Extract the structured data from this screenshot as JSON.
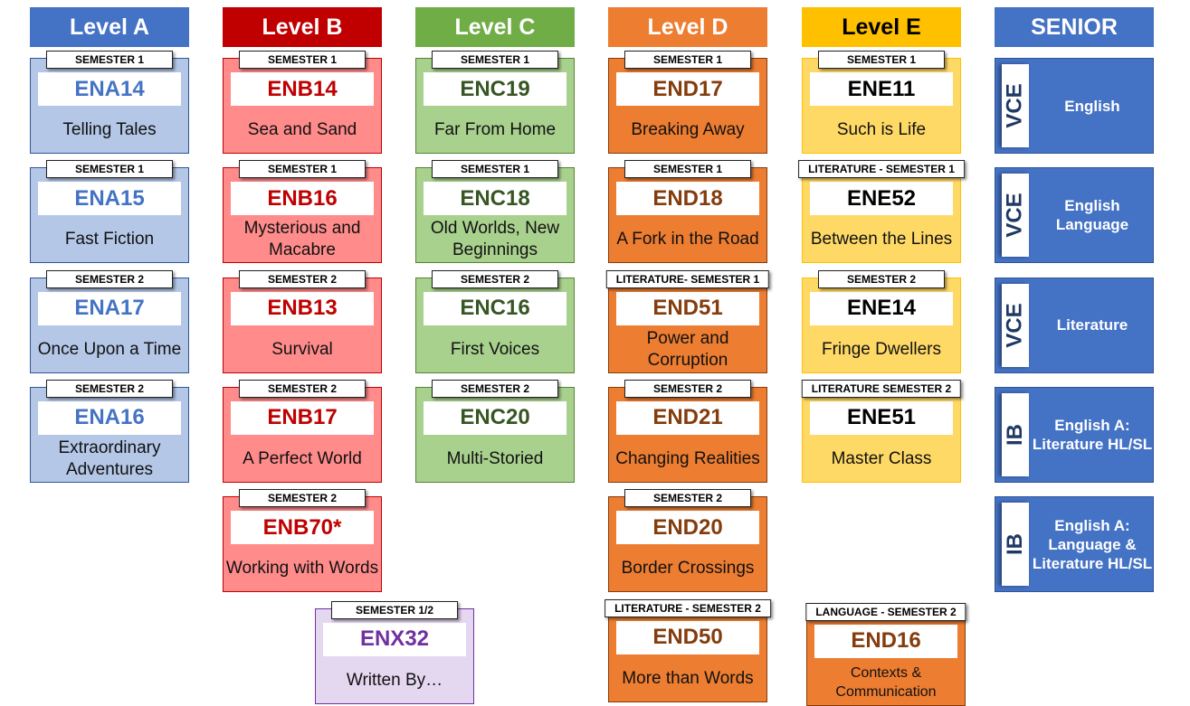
{
  "levels": [
    {
      "id": "a",
      "header": "Level A",
      "colors": {
        "header": "#4472C4",
        "header_text": "#FFFFFF",
        "card": "#B4C7E7",
        "border": "#2F5597",
        "code": "#4472C4"
      },
      "cards": [
        {
          "label": "SEMESTER 1",
          "code": "ENA14",
          "title": "Telling Tales"
        },
        {
          "label": "SEMESTER 1",
          "code": "ENA15",
          "title": "Fast Fiction"
        },
        {
          "label": "SEMESTER 2",
          "code": "ENA17",
          "title": "Once Upon a Time"
        },
        {
          "label": "SEMESTER 2",
          "code": "ENA16",
          "title": "Extraordinary Adventures"
        }
      ]
    },
    {
      "id": "b",
      "header": "Level B",
      "colors": {
        "header": "#C00000",
        "header_text": "#FFFFFF",
        "card": "#FF8B8B",
        "border": "#C00000",
        "code": "#C00000"
      },
      "cards": [
        {
          "label": "SEMESTER 1",
          "code": "ENB14",
          "title": "Sea and Sand"
        },
        {
          "label": "SEMESTER 1",
          "code": "ENB16",
          "title": "Mysterious and Macabre"
        },
        {
          "label": "SEMESTER 2",
          "code": "ENB13",
          "title": "Survival"
        },
        {
          "label": "SEMESTER 2",
          "code": "ENB17",
          "title": "A Perfect World"
        },
        {
          "label": "SEMESTER 2",
          "code": "ENB70*",
          "title": "Working with Words"
        }
      ]
    },
    {
      "id": "c",
      "header": "Level C",
      "colors": {
        "header": "#70AD47",
        "header_text": "#FFFFFF",
        "card": "#A9D18E",
        "border": "#548235",
        "code": "#375623"
      },
      "cards": [
        {
          "label": "SEMESTER 1",
          "code": "ENC19",
          "title": "Far From Home"
        },
        {
          "label": "SEMESTER 1",
          "code": "ENC18",
          "title": "Old Worlds, New Beginnings"
        },
        {
          "label": "SEMESTER 2",
          "code": "ENC16",
          "title": "First Voices"
        },
        {
          "label": "SEMESTER 2",
          "code": "ENC20",
          "title": "Multi-Storied"
        }
      ]
    },
    {
      "id": "d",
      "header": "Level D",
      "colors": {
        "header": "#ED7D31",
        "header_text": "#FFFFFF",
        "card": "#ED7D31",
        "border": "#843C0C",
        "code": "#843C0C"
      },
      "cards": [
        {
          "label": "SEMESTER 1",
          "code": "END17",
          "title": "Breaking Away"
        },
        {
          "label": "SEMESTER 1",
          "code": "END18",
          "title": "A Fork in the Road"
        },
        {
          "label": "LITERATURE- SEMESTER 1",
          "code": "END51",
          "title": "Power and Corruption"
        },
        {
          "label": "SEMESTER 2",
          "code": "END21",
          "title": "Changing Realities"
        },
        {
          "label": "SEMESTER 2",
          "code": "END20",
          "title": "Border Crossings"
        },
        {
          "label": "LITERATURE - SEMESTER 2",
          "code": "END50",
          "title": "More than Words"
        }
      ]
    },
    {
      "id": "e",
      "header": "Level E",
      "colors": {
        "header": "#FFC000",
        "header_text": "#000000",
        "card": "#FFD966",
        "border": "#FFC000",
        "code": "#000000"
      },
      "cards": [
        {
          "label": "SEMESTER 1",
          "code": "ENE11",
          "title": "Such is Life"
        },
        {
          "label": "LITERATURE - SEMESTER 1",
          "code": "ENE52",
          "title": "Between the Lines"
        },
        {
          "label": "SEMESTER 2",
          "code": "ENE14",
          "title": "Fringe Dwellers"
        },
        {
          "label": "LITERATURE SEMESTER 2",
          "code": "ENE51",
          "title": "Master Class"
        },
        null,
        {
          "label": "LANGUAGE - SEMESTER 2",
          "code": "END16",
          "title": "Contexts & Communication",
          "small": true,
          "colors": {
            "card": "#ED7D31",
            "border": "#843C0C",
            "code": "#843C0C"
          }
        }
      ]
    }
  ],
  "extra_card": {
    "label": "SEMESTER 1/2",
    "code": "ENX32",
    "title": "Written By…",
    "colors": {
      "card": "#E4D7F0",
      "border": "#7030A0",
      "code": "#7030A0"
    }
  },
  "senior": {
    "header": "SENIOR",
    "colors": {
      "header": "#4472C4"
    },
    "items": [
      {
        "tag": "VCE",
        "title": "English"
      },
      {
        "tag": "VCE",
        "title": "English Language"
      },
      {
        "tag": "VCE",
        "title": "Literature"
      },
      {
        "tag": "IB",
        "title": "English A: Literature HL/SL"
      },
      {
        "tag": "IB",
        "title": "English A: Language & Literature HL/SL"
      }
    ]
  }
}
